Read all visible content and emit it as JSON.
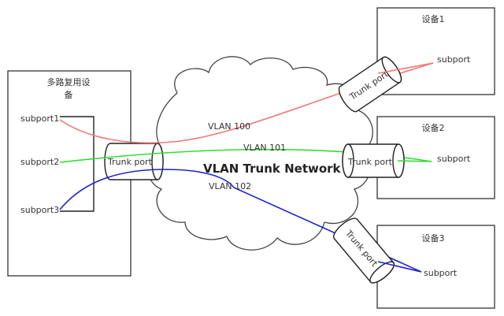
{
  "network": {
    "title": "VLAN Trunk Network"
  },
  "mux_device": {
    "label_line1": "多路复用设",
    "label_line2": "备",
    "subports": [
      "subport1",
      "subport2",
      "subport3"
    ]
  },
  "trunk_port_label": "Trunk port",
  "devices": [
    {
      "label": "设备1",
      "subport": "subport"
    },
    {
      "label": "设备2",
      "subport": "subport"
    },
    {
      "label": "设备3",
      "subport": "subport"
    }
  ],
  "vlans": [
    {
      "label": "VLAN 100",
      "color": "#f07878"
    },
    {
      "label": "VLAN 101",
      "color": "#33dd33"
    },
    {
      "label": "VLAN 102",
      "color": "#2222cc"
    }
  ]
}
